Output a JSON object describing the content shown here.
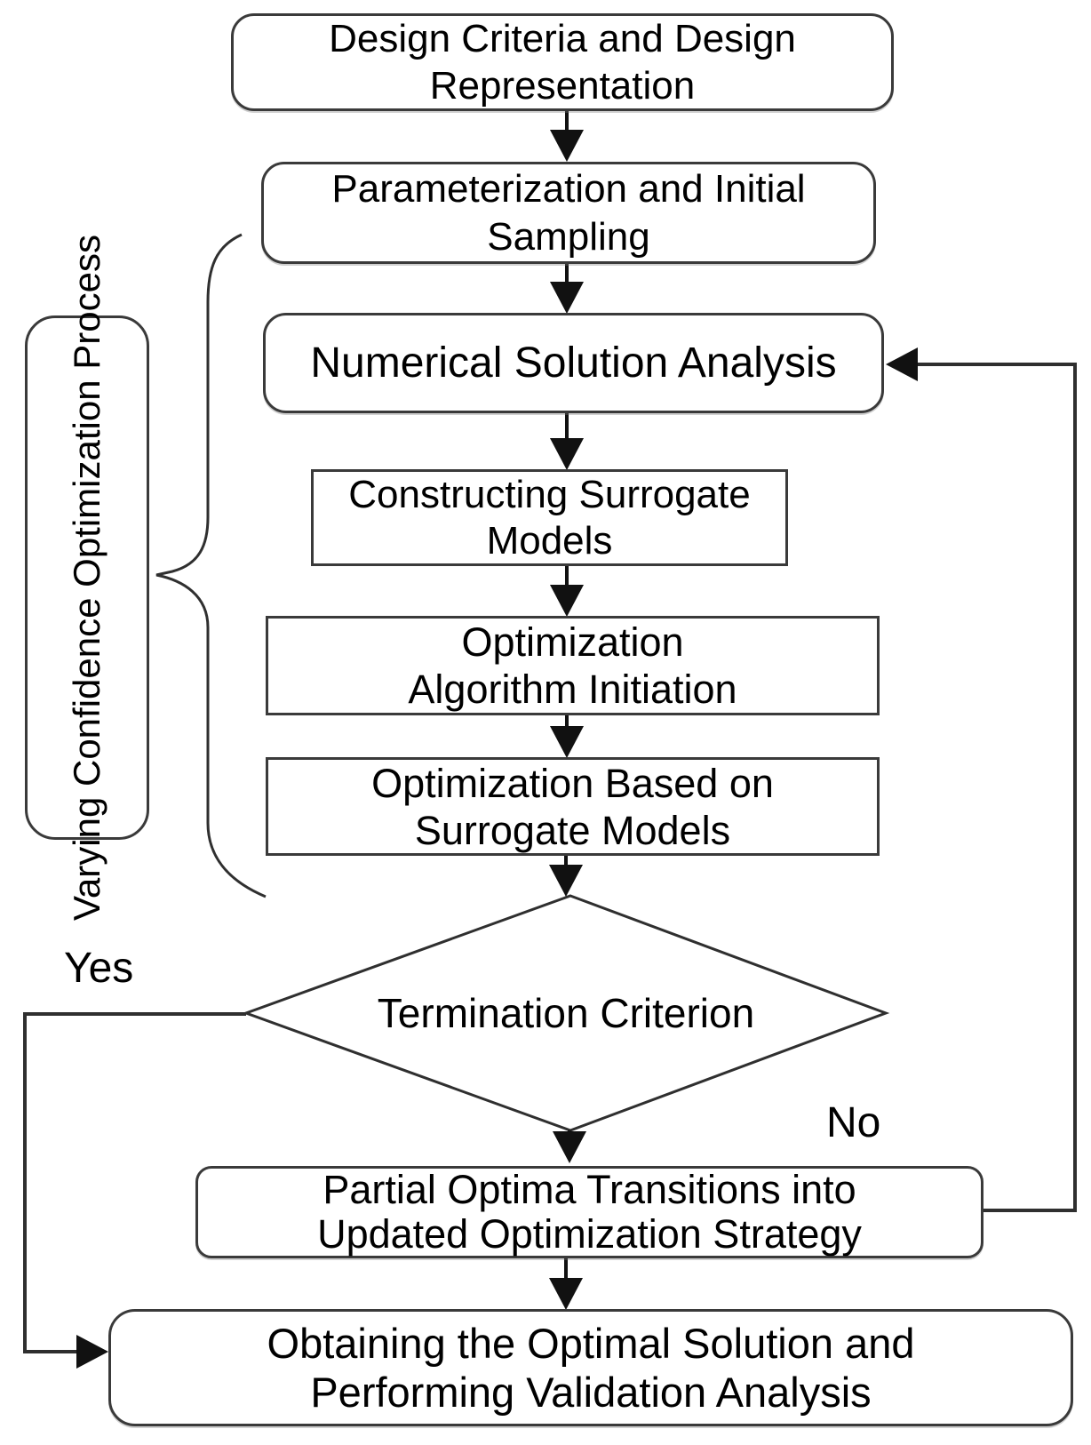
{
  "flowchart": {
    "nodes": [
      {
        "id": "design-criteria",
        "shape": "rounded",
        "lines": [
          "Design Criteria and Design",
          "Representation"
        ]
      },
      {
        "id": "parameterization",
        "shape": "rounded",
        "lines": [
          "Parameterization and Initial",
          "Sampling"
        ]
      },
      {
        "id": "numerical-solution",
        "shape": "rounded",
        "lines": [
          "Numerical Solution Analysis"
        ]
      },
      {
        "id": "constructing-surrogate",
        "shape": "rect",
        "lines": [
          "Constructing Surrogate",
          "Models"
        ]
      },
      {
        "id": "optimization-algorithm-initiation",
        "shape": "rect",
        "lines": [
          "Optimization",
          "Algorithm Initiation"
        ]
      },
      {
        "id": "optimization-based-on-surrogate",
        "shape": "rect",
        "lines": [
          "Optimization Based on",
          "Surrogate Models"
        ]
      },
      {
        "id": "termination-criterion",
        "shape": "diamond",
        "lines": [
          "Termination Criterion"
        ]
      },
      {
        "id": "partial-optima",
        "shape": "rounded",
        "lines": [
          "Partial Optima Transitions into",
          "Updated Optimization Strategy"
        ]
      },
      {
        "id": "optimal-solution",
        "shape": "rounded",
        "lines": [
          "Obtaining the Optimal Solution and",
          "Performing Validation Analysis"
        ]
      }
    ],
    "side_panel": {
      "lines": [
        "Varying Confidence",
        "Optimization Process"
      ]
    },
    "edge_labels": {
      "yes": "Yes",
      "no": "No"
    },
    "colors": {
      "stroke": "#2f2f2f",
      "text": "#000000",
      "background": "#ffffff"
    }
  }
}
